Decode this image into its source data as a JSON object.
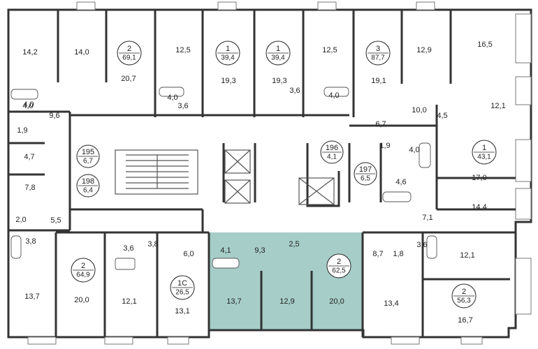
{
  "plan": {
    "highlight_color": "#a6cdc8",
    "wall_color": "#333333",
    "rooms": [
      "14,2",
      "14,0",
      "20,7",
      "12,5",
      "19,3",
      "19,3",
      "12,5",
      "19,1",
      "12,9",
      "16,5",
      "4,0",
      "4,0",
      "3,6",
      "3,6",
      "4,0",
      "12,1",
      "10,0",
      "4,5",
      "4,0",
      "9,6",
      "1,9",
      "6,7",
      "1,9",
      "4,0",
      "4,7",
      "17,0",
      "7,8",
      "4,6",
      "14,4",
      "2,0",
      "5,5",
      "7,1",
      "3,8",
      "3,6",
      "3,8",
      "6,0",
      "4,1",
      "9,3",
      "2,5",
      "8,7",
      "1,8",
      "3,6",
      "12,1",
      "13,7",
      "20,0",
      "12,1",
      "13,1",
      "13,7",
      "12,9",
      "20,0",
      "13,4",
      "16,7"
    ],
    "apartments": [
      {
        "type": "2",
        "area": "69,1"
      },
      {
        "type": "1",
        "area": "39,4"
      },
      {
        "type": "1",
        "area": "39,4"
      },
      {
        "type": "3",
        "area": "87,7"
      },
      {
        "type": "1",
        "area": "43,1"
      },
      {
        "type": "2",
        "area": "64,9"
      },
      {
        "type": "1С",
        "area": "26,5"
      },
      {
        "type": "2",
        "area": "62,5"
      },
      {
        "type": "2",
        "area": "56,3"
      }
    ],
    "utility_rooms": [
      {
        "num": "195",
        "area": "6,7"
      },
      {
        "num": "196",
        "area": "4,1"
      },
      {
        "num": "197",
        "area": "6,5"
      },
      {
        "num": "198",
        "area": "6,4"
      }
    ]
  }
}
